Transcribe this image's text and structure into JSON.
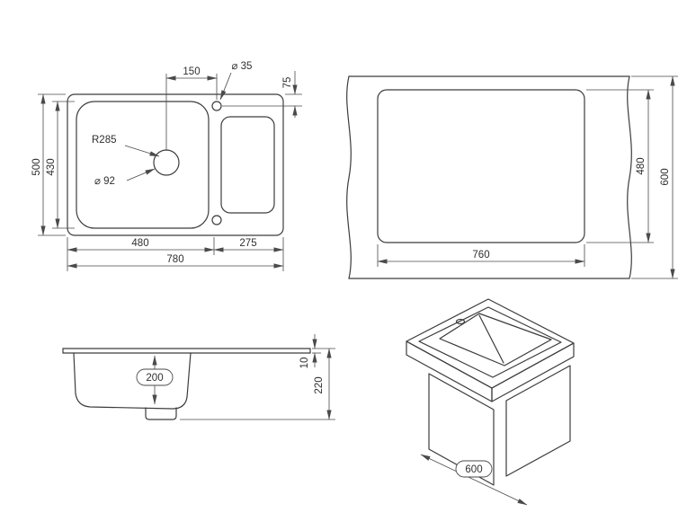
{
  "colors": {
    "ink": "#3c3c3c",
    "dim": "#4a4a4a",
    "bg": "#ffffff"
  },
  "plan": {
    "total_width": "780",
    "bowl_width": "480",
    "board_width": "275",
    "total_depth": "500",
    "bowl_depth": "430",
    "tap_span": "150",
    "tap_hole": "⌀ 35",
    "tap_offset": "75",
    "bowl_radius": "R285",
    "drain_hole": "⌀ 92"
  },
  "cutout": {
    "width": "760",
    "depth": "480",
    "counter_depth": "600"
  },
  "section": {
    "bowl_depth": "200",
    "rim_height": "10",
    "total_height": "220"
  },
  "iso": {
    "base_width": "600"
  }
}
